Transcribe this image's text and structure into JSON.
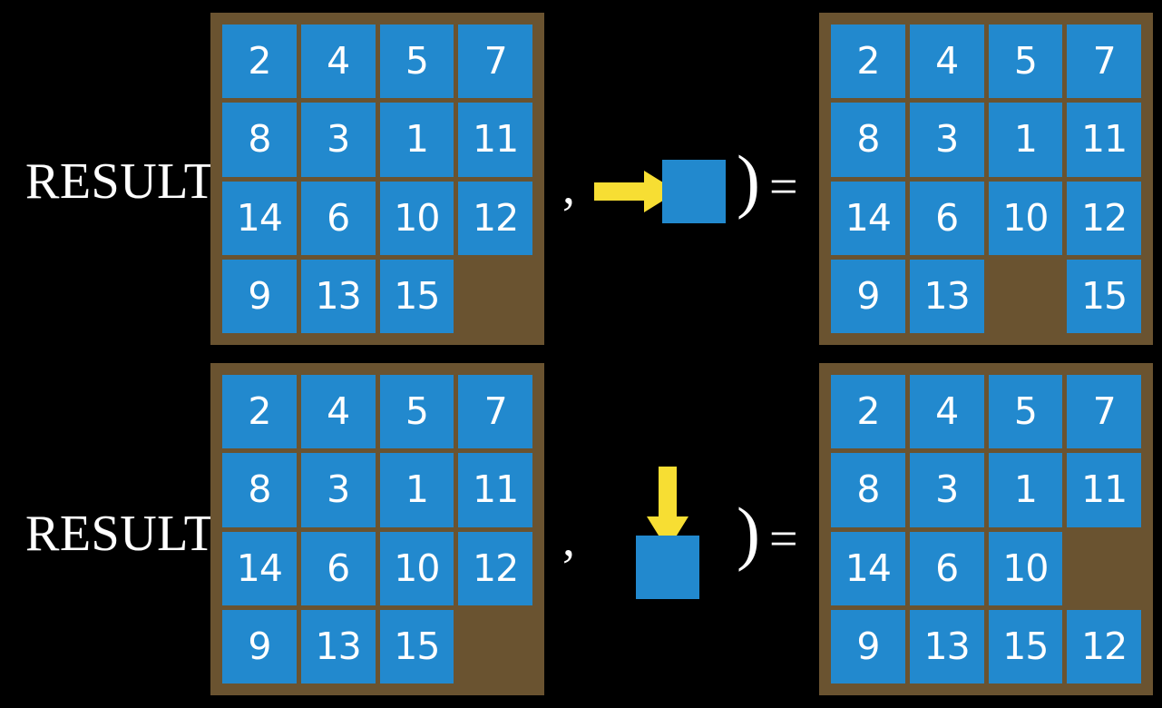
{
  "diagram": {
    "background_color": "#000000",
    "tile_color": "#2289ce",
    "board_frame_color": "#6a5330",
    "arrow_color": "#f7de33",
    "text_color": "#ffffff"
  },
  "rows": [
    {
      "id": "row-right-move",
      "label": "RESULT(",
      "comma": ",",
      "close_paren": ")",
      "equals": "=",
      "arrow": {
        "name": "arrow-right-icon",
        "direction": "right",
        "color": "#f7de33"
      },
      "input_board": {
        "name": "input-board-row-1",
        "cells": [
          [
            "2",
            "4",
            "5",
            "7"
          ],
          [
            "8",
            "3",
            "1",
            "11"
          ],
          [
            "14",
            "6",
            "10",
            "12"
          ],
          [
            "9",
            "13",
            "15",
            ""
          ]
        ]
      },
      "output_board": {
        "name": "output-board-row-1",
        "cells": [
          [
            "2",
            "4",
            "5",
            "7"
          ],
          [
            "8",
            "3",
            "1",
            "11"
          ],
          [
            "14",
            "6",
            "10",
            "12"
          ],
          [
            "9",
            "13",
            "",
            "15"
          ]
        ]
      }
    },
    {
      "id": "row-down-move",
      "label": "RESULT(",
      "comma": ",",
      "close_paren": ")",
      "equals": "=",
      "arrow": {
        "name": "arrow-down-icon",
        "direction": "down",
        "color": "#f7de33"
      },
      "input_board": {
        "name": "input-board-row-2",
        "cells": [
          [
            "2",
            "4",
            "5",
            "7"
          ],
          [
            "8",
            "3",
            "1",
            "11"
          ],
          [
            "14",
            "6",
            "10",
            "12"
          ],
          [
            "9",
            "13",
            "15",
            ""
          ]
        ]
      },
      "output_board": {
        "name": "output-board-row-2",
        "cells": [
          [
            "2",
            "4",
            "5",
            "7"
          ],
          [
            "8",
            "3",
            "1",
            "11"
          ],
          [
            "14",
            "6",
            "10",
            ""
          ],
          [
            "9",
            "13",
            "15",
            "12"
          ]
        ]
      }
    }
  ]
}
